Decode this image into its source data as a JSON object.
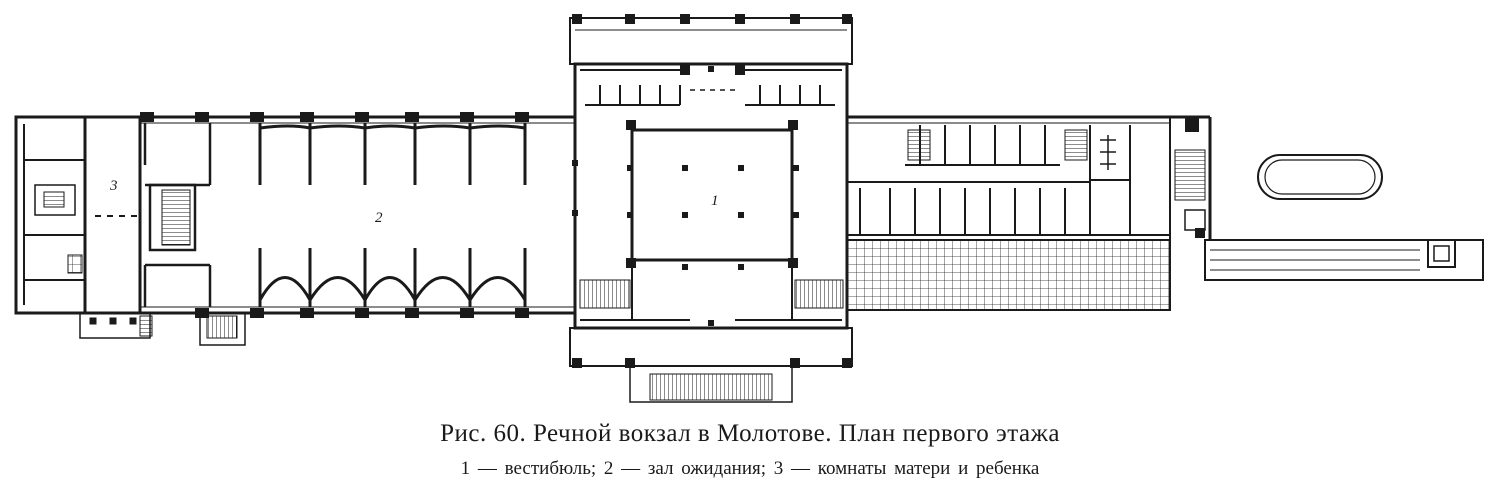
{
  "plan": {
    "room_labels": [
      {
        "id": "vestibule",
        "text": "1"
      },
      {
        "id": "waiting-hall",
        "text": "2"
      },
      {
        "id": "mother-child-rooms",
        "text": "3"
      }
    ]
  },
  "caption": {
    "title": "Рис. 60. Речной вокзал в Молотове. План первого этажа",
    "legend": "1 — вестибюль;   2 — зал   ожидания;   3 — комнаты  матери  и  ребенка"
  },
  "colors": {
    "ink": "#1a1a1a",
    "paper": "#ffffff"
  }
}
